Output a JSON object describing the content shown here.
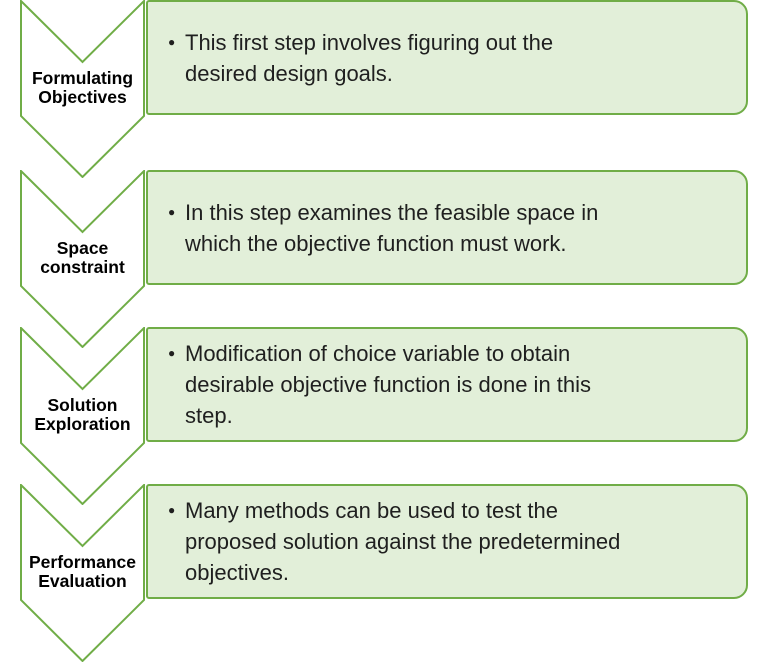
{
  "diagram": {
    "type": "vertical-chevron-process",
    "bullet_glyph": "●",
    "colors": {
      "shape_border": "#70ad47",
      "box_fill": "#e2efd9",
      "chevron_fill": "#ffffff",
      "label_text": "#000000",
      "body_text": "#1f1f1f",
      "background": "#ffffff"
    },
    "steps": [
      {
        "label": "Formulating Objectives",
        "label_lines": [
          "Formulating",
          "Objectives"
        ],
        "text": "This first step involves figuring out the desired design goals.",
        "text_lines": [
          "This first step involves figuring out the",
          "desired design goals."
        ]
      },
      {
        "label": "Space constraint",
        "label_lines": [
          "Space",
          "constraint"
        ],
        "text": "In this step examines the feasible space in which the objective function must work.",
        "text_lines": [
          "In this step examines the feasible space in",
          "which the objective function must work."
        ]
      },
      {
        "label": "Solution Exploration",
        "label_lines": [
          "Solution",
          "Exploration"
        ],
        "text": "Modification of choice variable to obtain desirable objective function is done in this step.",
        "text_lines": [
          "Modification of choice variable to obtain",
          "desirable objective function is done in this",
          "step."
        ]
      },
      {
        "label": "Performance Evaluation",
        "label_lines": [
          "Performance",
          "Evaluation"
        ],
        "text": "Many methods can be used to test the proposed solution against the predetermined objectives.",
        "text_lines": [
          "Many methods can be used to test the",
          "proposed solution against the predetermined",
          "objectives."
        ]
      }
    ]
  }
}
